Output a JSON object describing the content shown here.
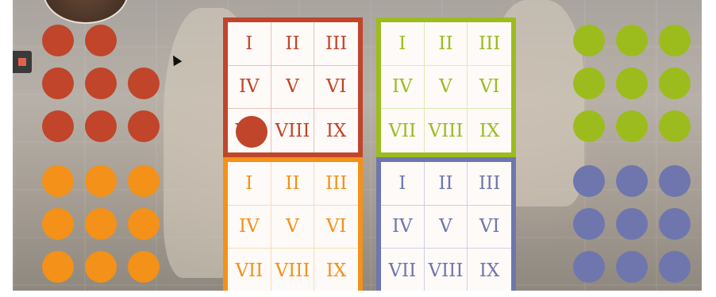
{
  "colors": {
    "red": "#c0452a",
    "green": "#9cbc1e",
    "orange": "#f39119",
    "blue": "#6f76ad",
    "red_light": "#e7c3ba",
    "green_light": "#dcebb3",
    "orange_light": "#f9dcb5",
    "blue_light": "#cdd0e3"
  },
  "icons": [
    "square-marker-icon",
    "cursor-icon"
  ],
  "boards": [
    {
      "id": "red",
      "cells": [
        "I",
        "II",
        "III",
        "IV",
        "V",
        "VI",
        "VII",
        "VIII",
        "IX"
      ],
      "tokens_on_cells": [
        6
      ]
    },
    {
      "id": "green",
      "cells": [
        "I",
        "II",
        "III",
        "IV",
        "V",
        "VI",
        "VII",
        "VIII",
        "IX"
      ],
      "tokens_on_cells": []
    },
    {
      "id": "orange",
      "cells": [
        "I",
        "II",
        "III",
        "IV",
        "V",
        "VI",
        "VII",
        "VIII",
        "IX"
      ],
      "tokens_on_cells": []
    },
    {
      "id": "blue",
      "cells": [
        "I",
        "II",
        "III",
        "IV",
        "V",
        "VI",
        "VII",
        "VIII",
        "IX"
      ],
      "tokens_on_cells": []
    }
  ],
  "token_trays": [
    {
      "color": "red",
      "count": 8
    },
    {
      "color": "green",
      "count": 9
    },
    {
      "color": "orange",
      "count": 9
    },
    {
      "color": "blue",
      "count": 9
    }
  ]
}
